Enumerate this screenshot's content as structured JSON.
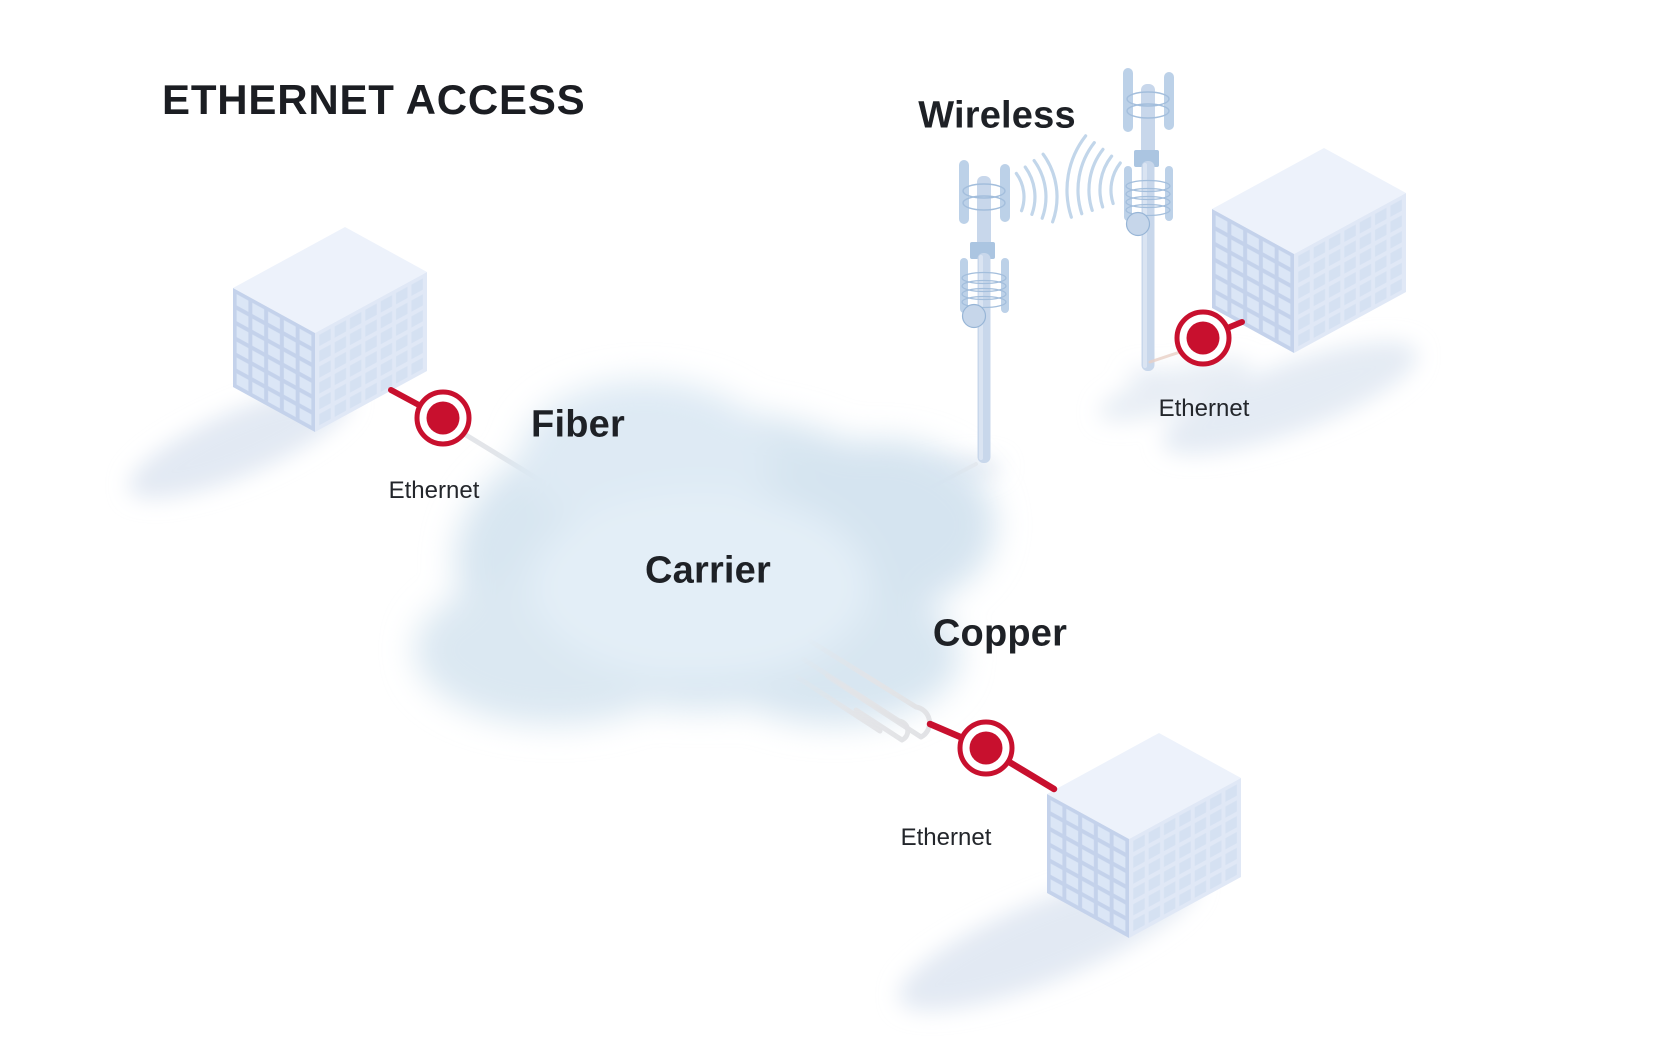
{
  "title": "ETHERNET ACCESS",
  "diagram": {
    "carrier_label": "Carrier",
    "access_types": [
      {
        "id": "fiber",
        "label": "Fiber",
        "endpoint_label": "Ethernet"
      },
      {
        "id": "wireless",
        "label": "Wireless",
        "endpoint_label": "Ethernet"
      },
      {
        "id": "copper",
        "label": "Copper",
        "endpoint_label": "Ethernet"
      }
    ],
    "icons": [
      "office-building-icon",
      "cell-tower-icon",
      "radio-waves-icon",
      "carrier-cloud-icon",
      "ethernet-port-icon"
    ],
    "colors": {
      "accent_red": "#C8102E",
      "text_dark": "#1E2126",
      "building_blue": "#C4D2EB",
      "building_light": "#EDF2FB",
      "cloud_blue": "#D8E6F1",
      "line_gray": "#E3E4E7",
      "wave_blue": "#C2D6EA",
      "shadow_blue": "#D8E2EF"
    }
  }
}
